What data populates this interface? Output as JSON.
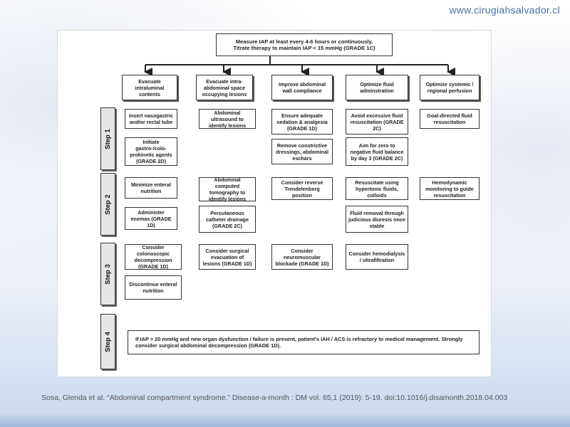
{
  "site": {
    "url": "www.cirugiahsalvador.cl"
  },
  "top_box": {
    "line1": "Measure IAP at least every 4-6 hours or continuously.",
    "line2": "Titrate therapy to maintain IAP < 15 mmHg (GRADE 1C)"
  },
  "headers": [
    "Evacuate intraluminal contents",
    "Evacuate intra-abdominal space occupying lesions",
    "Improve abdominal wall compliance",
    "Optimize fluid adminstration",
    "Optimize systemic / regional perfusion"
  ],
  "steps": {
    "step1": "Step 1",
    "step2": "Step 2",
    "step3": "Step 3",
    "step4": "Step 4"
  },
  "cells": {
    "s1": {
      "c1a": "Insert nasogastric and/or rectal tube",
      "c1b": "Initiate gastro-/colo-prokinetic agents (GRADE 2D)",
      "c2a": "Abdominal ultrasound to identify lesions",
      "c3a": "Ensure adequate sedation & analgesia (GRADE 1D)",
      "c3b": "Remove constrictive dressings, abdominal eschars",
      "c4a": "Avoid excessive fluid resuscitation (GRADE 2C)",
      "c4b": "Aim for zero to negative fluid balance by day 3 (GRADE 2C)",
      "c5a": "Goal-directed fluid resuscitation"
    },
    "s2": {
      "c1a": "Minimize enteral nutrition",
      "c1b": "Administer enemas (GRADE 1D)",
      "c2a": "Abdominal computed tomography to identify lesions",
      "c2b": "Percutaneous catheter drainage (GRADE 2C)",
      "c3a": "Consider reverse Trendelenberg position",
      "c4a": "Resuscitate using hypertonic fluids, colloids",
      "c4b": "Fluid removal through judicious diuresis once stable",
      "c5a": "Hemodynamic monitoring to guide resuscitation"
    },
    "s3": {
      "c1a": "Consider colonoscopic decompression (GRADE 1D)",
      "c1b": "Discontinue enteral nutrition",
      "c2a": "Consider surgical evacuation of lesions (GRADE 1D)",
      "c3a": "Consider neuromuscular blockade (GRADE 1D)",
      "c4a": "Consider hemodialysis / ultrafiltration"
    }
  },
  "step4_text": "If IAP > 20 mmHg and new organ dysfunction / failure is present, patient's IAH / ACS is refractory to medical management. Strongly consider surgical abdominal decompression (GRADE 1D).",
  "citation": "Sosa, Glenda et al. “Abdominal compartment syndrome.” Disease-a-month : DM vol. 65,1 (2019): 5-19. doi:10.1016/j.disamonth.2018.04.003"
}
